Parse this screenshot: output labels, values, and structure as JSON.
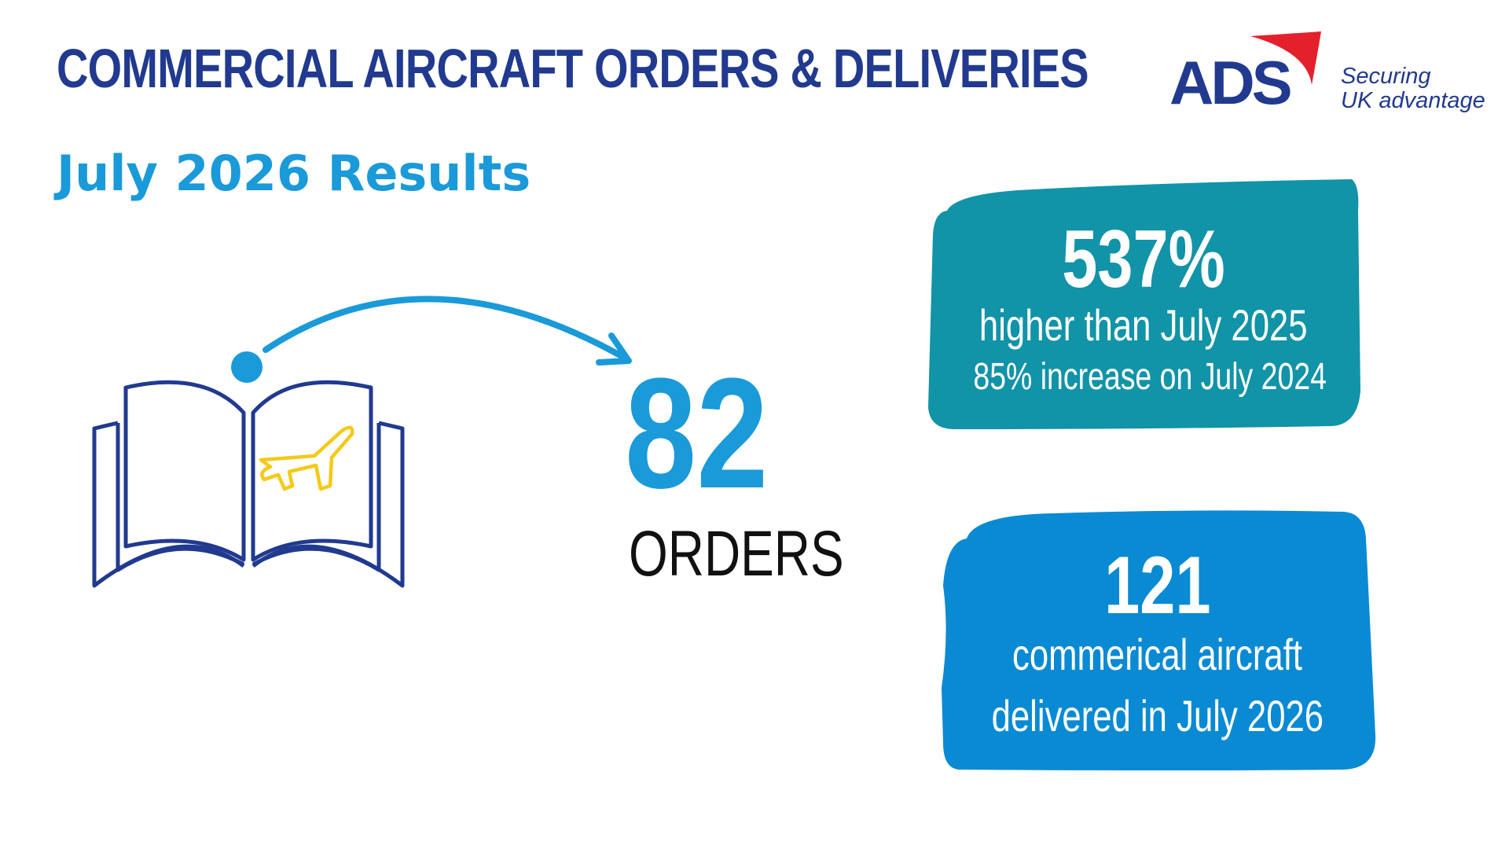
{
  "header": {
    "title": "COMMERCIAL AIRCRAFT ORDERS & DELIVERIES",
    "subtitle": "July 2026 Results"
  },
  "logo": {
    "wordmark": "ADS",
    "tagline_line1": "Securing",
    "tagline_line2": "UK advantage"
  },
  "orders": {
    "value": "82",
    "label": "ORDERS"
  },
  "stat_orders_change": {
    "value": "537%",
    "line1": "higher than July 2025",
    "line2": "85% increase on July 2024"
  },
  "stat_deliveries": {
    "value": "121",
    "line1": "commerical aircraft",
    "line2": "delivered in July 2026"
  },
  "icons": [
    "open-book-icon",
    "airplane-icon",
    "curved-arrow-icon"
  ],
  "colors": {
    "navy": "#213a8f",
    "sky_blue": "#1a9ad9",
    "teal_box": "#1193a8",
    "blue_box": "#0a8ad3",
    "plane_yellow": "#f5c916",
    "logo_red": "#e4202c"
  }
}
